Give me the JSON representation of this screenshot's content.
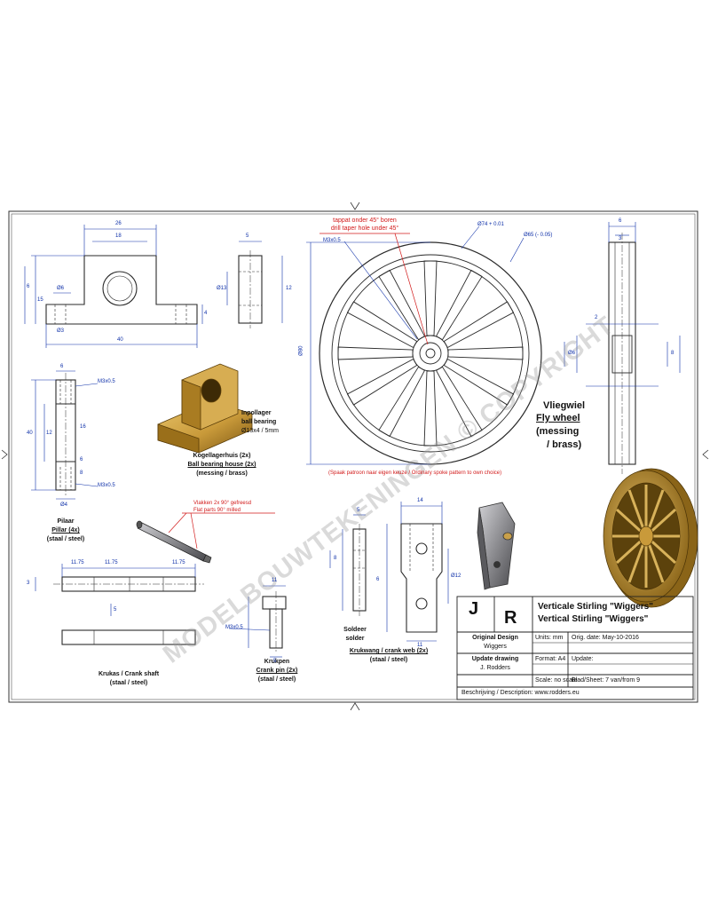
{
  "drawing": {
    "colors": {
      "line": "#2a2a2a",
      "dim": "#0d2fa8",
      "brass": "#c99a3a",
      "brass_dark": "#8a6418",
      "steel": "#8c8c90",
      "red": "#d21a1a"
    },
    "labels": {
      "bearing_nl": "Inpollager",
      "bearing_en": "ball bearing",
      "bearing_size": "Ø13x4 / 5mm",
      "bearing_house_nl": "Kogellagerhuis (2x)",
      "bearing_house_en": "Ball bearing house (2x)",
      "bearing_house_mat": "(messing / brass)",
      "pillar_nl": "Pilaar",
      "pillar_en": "Pillar (4x)",
      "pillar_mat": "(staal / steel)",
      "shaft_nl": "Krukas / Crank shaft",
      "shaft_mat": "(staal / steel)",
      "pin_nl": "Krukpen",
      "pin_en": "Crank pin (2x)",
      "pin_mat": "(staal / steel)",
      "web_nl": "Krukwang / crank web (2x)",
      "web_mat": "(staal / steel)",
      "solder_nl": "Soldeer",
      "solder_en": "solder",
      "fly_nl": "Vliegwiel",
      "fly_en": "Fly wheel",
      "fly_mat1": "(messing",
      "fly_mat2": "/ brass)",
      "tap_note1": "tappat onder 45° boren",
      "tap_note2": "drill taper hole under 45°",
      "spoke_note": "(Spaak patroon naar eigen keuze / Ordinary spoke pattern to own choice)",
      "shaft_note1": "Vlakken 2x 90° gefreesd",
      "shaft_note2": "Flat parts 90° milled",
      "m3_1": "M3x0.5",
      "m3_2": "M3x0.5",
      "m3_3": "M3x0.5",
      "m3_4": "M3x0.5",
      "dim_fly_rim": "Ø74 + 0.01",
      "dim_fly_inner": "Ø65 (- 0.05)",
      "dim_fly_od": "Ø80",
      "watermark": "MODELBOUWTEKENINGEN © COPYRIGHT"
    }
  },
  "dims": [
    "26",
    "18",
    "6",
    "4",
    "15",
    "40",
    "Ø6",
    "Ø3",
    "12",
    "5",
    "Ø13",
    "6",
    "12",
    "40",
    "Ø4",
    "16",
    "6",
    "8",
    "11.75",
    "11.75",
    "11.75",
    "3",
    "5",
    "11",
    "5",
    "14",
    "6",
    "Ø12",
    "11",
    "8",
    "5",
    "6",
    "3",
    "Ø6",
    "2",
    "8"
  ],
  "title_block": {
    "initial_j": "J",
    "initial_r": "R",
    "title_nl": "Verticale Stirling \"Wiggers\"",
    "title_en": "Vertical Stirling \"Wiggers\"",
    "orig_design_label": "Original Design",
    "orig_design_value": "Wiggers",
    "update_label": "Update drawing",
    "update_value": "J. Rodders",
    "units": "Units: mm",
    "format": "Format: A4",
    "scale": "Scale: no scale",
    "orig_date": "Orig. date: May-10-2016",
    "update": "Update:",
    "sheet": "Blad/Sheet: 7 van/from 9",
    "description": "Beschrijving / Description: www.rodders.eu"
  }
}
